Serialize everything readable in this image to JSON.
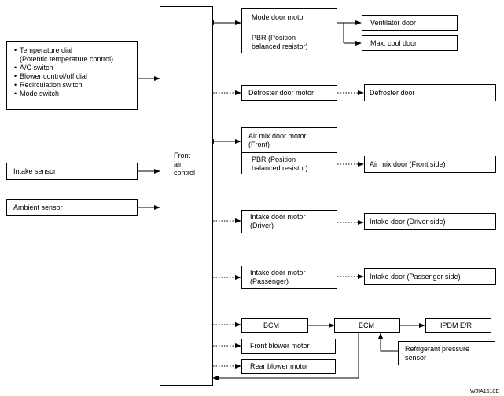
{
  "inputs": {
    "switch_items": [
      "Temperature dial",
      "A/C switch",
      "Blower control/off dial",
      "Recirculation switch",
      "Mode switch"
    ],
    "temp_subtext": "(Potentic temperature control)",
    "intake_sensor": "Intake sensor",
    "ambient_sensor": "Ambient sensor"
  },
  "controller": {
    "line1": "Front",
    "line2": "air",
    "line3": "control"
  },
  "mode_group": {
    "motor": "Mode door motor",
    "pbr_line1": "PBR (Position",
    "pbr_line2": "balanced resistor)",
    "vent": "Ventilator door",
    "maxcool": "Max. cool door"
  },
  "defroster": {
    "motor": "Defroster door motor",
    "door": "Defroster door"
  },
  "airmix": {
    "motor_line1": "Air mix door motor",
    "motor_line2": "(Front)",
    "pbr_line1": "PBR (Position",
    "pbr_line2": "balanced resistor)",
    "door": "Air mix door (Front side)"
  },
  "intake_driver": {
    "motor_line1": "Intake door motor",
    "motor_line2": "(Driver)",
    "door": "Intake door (Driver side)"
  },
  "intake_pass": {
    "motor_line1": "Intake door motor",
    "motor_line2": "(Passenger)",
    "door": "Intake door (Passenger side)"
  },
  "network": {
    "bcm": "BCM",
    "ecm": "ECM",
    "ipdm": "IPDM E/R",
    "refrig_line1": "Refrigerant pressure",
    "refrig_line2": "sensor",
    "front_blower": "Front blower motor",
    "rear_blower": "Rear blower motor"
  },
  "code": "WJIA1610E"
}
